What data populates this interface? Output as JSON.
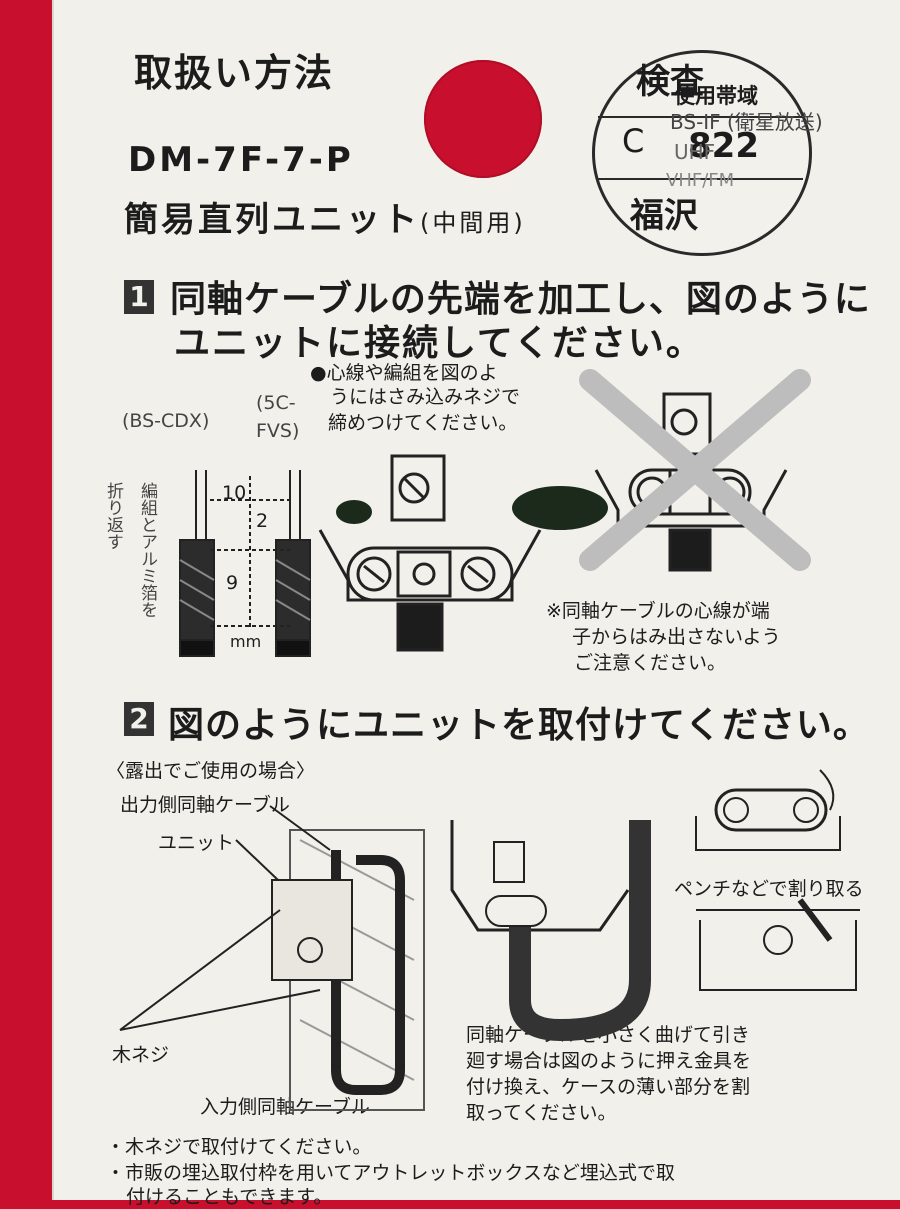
{
  "package": {
    "title": "取扱い方法",
    "model": "DM-7F-7-P",
    "product": "簡易直列ユニット",
    "product_note": "(中間用)"
  },
  "stamp": {
    "top": "検査",
    "code": "C",
    "date": "822",
    "bottom": "福沢"
  },
  "band_box": {
    "title": "使用帯域",
    "bs": "BS-IF (衛星放送)",
    "uhf": "UHF",
    "vhf": "VHF/FM"
  },
  "step1": {
    "number": "1",
    "line1": "同軸ケーブルの先端を加工し、図のように",
    "line2": "ユニットに接続してください。",
    "note": [
      "●心線や編組を図のよ",
      "うにはさみ込みネジで",
      "締めつけてください。"
    ],
    "cable_bs": "(BS-CDX)",
    "cable_5c": [
      "(5C-",
      "FVS)"
    ],
    "fold_label": "折り返す",
    "braid_label": "編組とアルミ箔を",
    "dims": {
      "top": "10",
      "middle": "2",
      "bottom": "9",
      "unit": "mm"
    },
    "warning": [
      "※同軸ケーブルの心線が端",
      "子からはみ出さないよう",
      "ご注意ください。"
    ]
  },
  "step2": {
    "number": "2",
    "line": "図のようにユニットを取付けてください。",
    "exposed": "〈露出でご使用の場合〉",
    "output_cable": "出力側同軸ケーブル",
    "unit": "ユニット",
    "wood_screw": "木ネジ",
    "input_cable": "入力側同軸ケーブル",
    "pliers": "ペンチなどで割り取る",
    "bend_note": [
      "同軸ケーブルを小さく曲げて引き",
      "廻す場合は図のように押え金具を",
      "付け換え、ケースの薄い部分を割",
      "取ってください。"
    ]
  },
  "footer": [
    "・木ネジで取付けてください。",
    "・市販の埋込取付枠を用いてアウトレットボックスなど埋込式で取",
    "付けることもできます。"
  ]
}
